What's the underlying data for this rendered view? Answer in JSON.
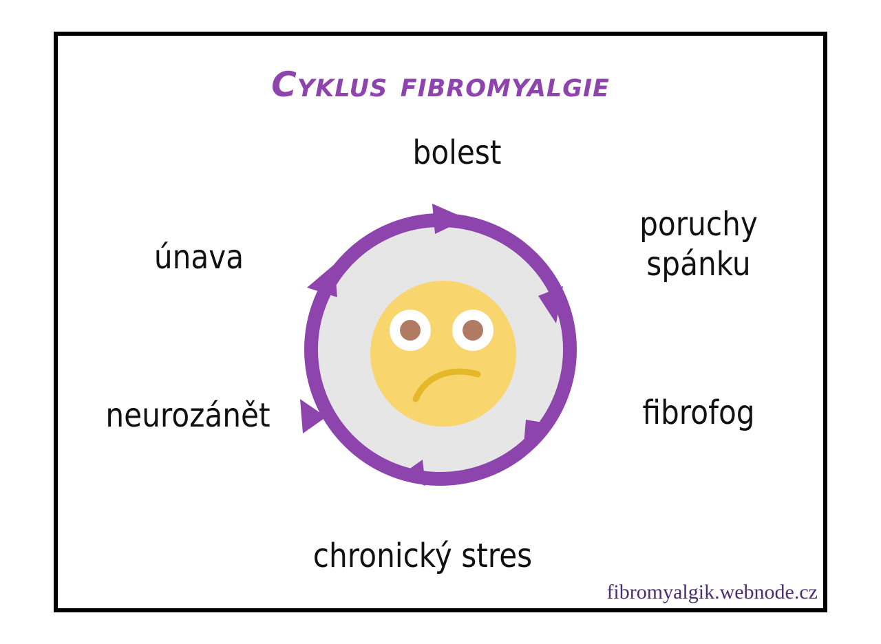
{
  "title": "Cyklus fibromyalgie",
  "nodes": {
    "top": "bolest",
    "top_right_line1": "poruchy",
    "top_right_line2": "spánku",
    "bottom_right": "fibrofog",
    "bottom": "chronický stres",
    "bottom_left": "neurozánět",
    "top_left": "únava"
  },
  "footer": "fibromyalgik.webnode.cz",
  "colors": {
    "title": "#8e44ad",
    "ring": "#8e44ad",
    "inner_disc": "#e6e6e6",
    "face": "#f9d56e",
    "eye_white": "#ffffff",
    "pupil": "#b07a63",
    "mouth": "#e5b82a",
    "footer": "#4b2e6e"
  },
  "center_icon": "worried-face-icon"
}
